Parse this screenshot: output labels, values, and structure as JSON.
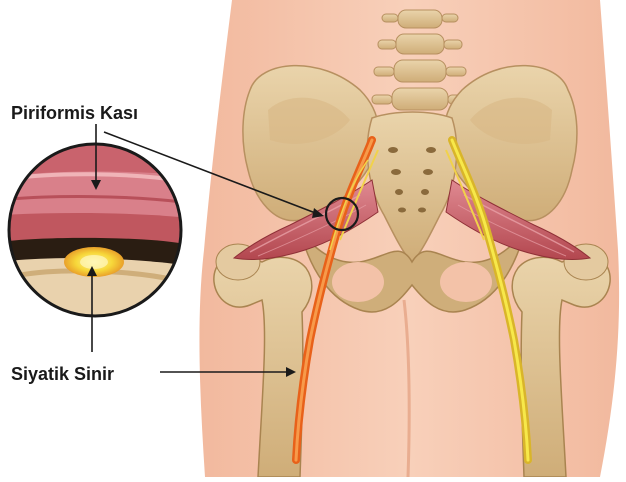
{
  "labels": {
    "piriformis": "Piriformis Kası",
    "sciatic": "Siyatik Sinir"
  },
  "colors": {
    "skin": "#f6c7ae",
    "skin_edge": "#eab196",
    "bone": "#e3c79a",
    "bone_shadow": "#c4a06a",
    "muscle": "#c45a62",
    "muscle_light": "#e59aa0",
    "nerve_left": "#e8611a",
    "nerve_right": "#e9c93a",
    "nerve_highlight": "#f7e84a",
    "arrow": "#1a1a1a"
  },
  "icons": [
    "magnifier-inset",
    "callout-circle"
  ]
}
